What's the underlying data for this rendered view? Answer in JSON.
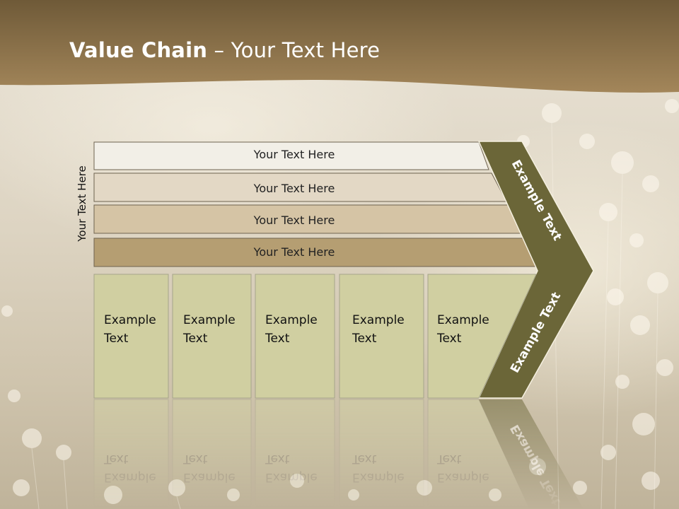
{
  "title": {
    "bold": "Value Chain",
    "rest": " – Your Text Here"
  },
  "side_label": "Your Text Here",
  "bars": [
    {
      "label": "Your Text Here",
      "color": "#f2efe7"
    },
    {
      "label": "Your Text Here",
      "color": "#e3d8c5"
    },
    {
      "label": "Your Text Here",
      "color": "#d5c4a5"
    },
    {
      "label": "Your Text Here",
      "color": "#b59e72"
    }
  ],
  "boxes": [
    {
      "line1": "Example",
      "line2": "Text"
    },
    {
      "line1": "Example",
      "line2": "Text"
    },
    {
      "line1": "Example",
      "line2": "Text"
    },
    {
      "line1": "Example",
      "line2": "Text"
    },
    {
      "line1": "Example",
      "line2": "Text"
    }
  ],
  "chevron": {
    "upper_label": "Example Text",
    "lower_label": "Example Text"
  },
  "colors": {
    "header": "#8f7449",
    "chevron": "#6b6638",
    "box_fill": "#d0cfa1",
    "bar_border": "#6e6350"
  }
}
